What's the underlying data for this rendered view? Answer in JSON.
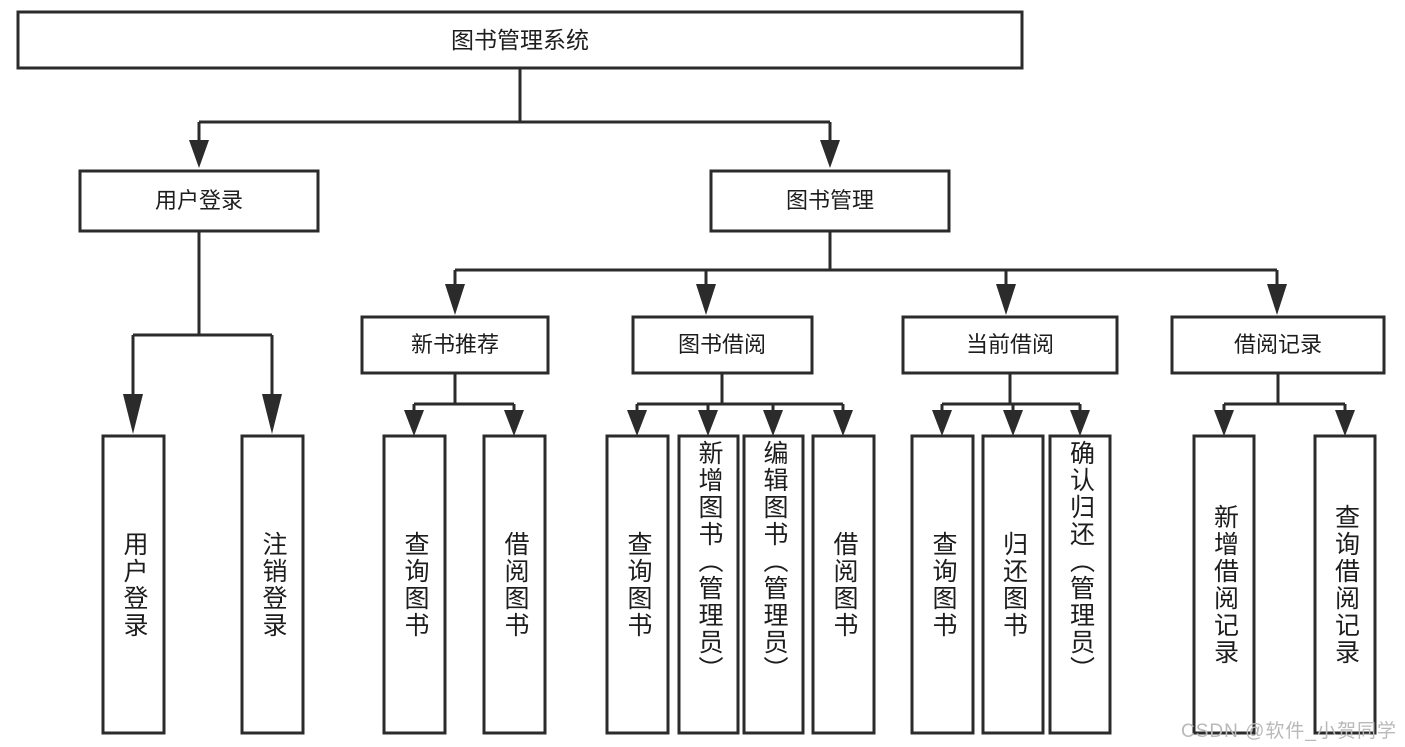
{
  "diagram": {
    "type": "tree-hierarchy-chart",
    "title_node": {
      "label": "图书管理系统"
    },
    "level2": [
      {
        "id": "user-login",
        "label": "用户登录"
      },
      {
        "id": "book-management",
        "label": "图书管理"
      }
    ],
    "level3": [
      {
        "id": "new-book-recommend",
        "label": "新书推荐",
        "parent": "book-management"
      },
      {
        "id": "book-borrow",
        "label": "图书借阅",
        "parent": "book-management"
      },
      {
        "id": "current-borrow",
        "label": "当前借阅",
        "parent": "book-management"
      },
      {
        "id": "borrow-record",
        "label": "借阅记录",
        "parent": "book-management"
      }
    ],
    "leaves": {
      "user_login": [
        {
          "id": "leaf-user-login",
          "label": "用户登录"
        },
        {
          "id": "leaf-user-logout",
          "label": "注销登录"
        }
      ],
      "new_book_recommend": [
        {
          "id": "leaf-query-book-1",
          "label": "查询图书"
        },
        {
          "id": "leaf-borrow-book-1",
          "label": "借阅图书"
        }
      ],
      "book_borrow": [
        {
          "id": "leaf-query-book-2",
          "label": "查询图书"
        },
        {
          "id": "leaf-add-book",
          "label": "新增图书（管理员）"
        },
        {
          "id": "leaf-edit-book",
          "label": "编辑图书（管理员）"
        },
        {
          "id": "leaf-borrow-book-2",
          "label": "借阅图书"
        }
      ],
      "current_borrow": [
        {
          "id": "leaf-query-book-3",
          "label": "查询图书"
        },
        {
          "id": "leaf-return-book",
          "label": "归还图书"
        },
        {
          "id": "leaf-confirm-return",
          "label": "确认归还（管理员）"
        }
      ],
      "borrow_record": [
        {
          "id": "leaf-add-record",
          "label": "新增借阅记录"
        },
        {
          "id": "leaf-query-record",
          "label": "查询借阅记录"
        }
      ]
    },
    "colors": {
      "box_stroke": "#2b2b2b",
      "box_fill": "#ffffff",
      "text": "#1d1d1d",
      "background": "#ffffff",
      "watermark": "#b9b9b9"
    }
  },
  "watermark": {
    "text": "CSDN @软件_小贺同学"
  }
}
